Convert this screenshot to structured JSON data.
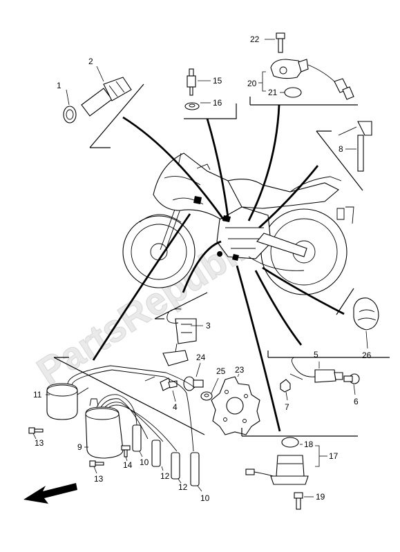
{
  "watermark": "PartsRepublik",
  "callouts": {
    "c1": "1",
    "c2": "2",
    "c3": "3",
    "c4": "4",
    "c5": "5",
    "c6": "6",
    "c7": "7",
    "c8": "8",
    "c9": "9",
    "c10a": "10",
    "c10b": "10",
    "c11": "11",
    "c12a": "12",
    "c12b": "12",
    "c13a": "13",
    "c13b": "13",
    "c14": "14",
    "c15": "15",
    "c16": "16",
    "c17": "17",
    "c18": "18",
    "c19": "19",
    "c20": "20",
    "c21": "21",
    "c22": "22",
    "c23": "23",
    "c24": "24",
    "c25": "25",
    "c26": "26"
  },
  "icons": {
    "direction_arrow": "arrow-left-icon"
  }
}
